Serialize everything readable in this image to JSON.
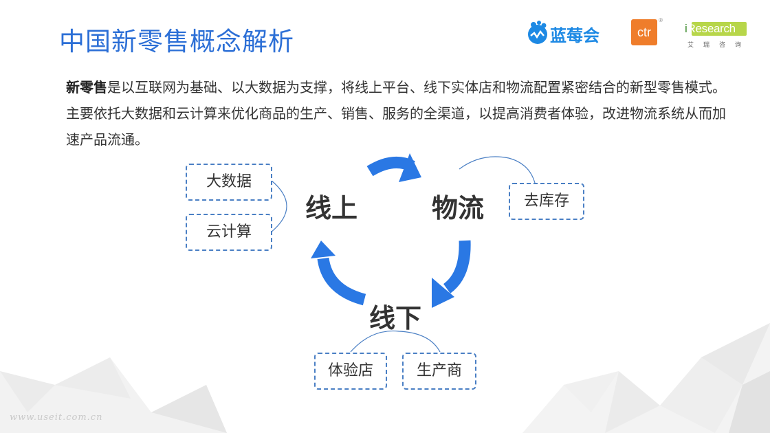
{
  "slide": {
    "title": "中国新零售概念解析",
    "intro_bold": "新零售",
    "intro_rest": "是以互联网为基础、以大数据为支撑，将线上平台、线下实体店和物流配置紧密结合的新型零售模式。主要依托大数据和云计算来优化商品的生产、销售、服务的全渠道，以提高消费者体验，改进物流系统从而加速产品流通。"
  },
  "logos": {
    "lanmeihui": "蓝莓会",
    "ctr": "ctr",
    "ctr_mark": "®",
    "iresearch": "Research",
    "iresearch_i": "i",
    "iresearch_sub": "艾瑞咨询"
  },
  "cycle": {
    "online": "线上",
    "logistics": "物流",
    "offline": "线下"
  },
  "boxes": {
    "big_data": "大数据",
    "cloud": "云计算",
    "destock": "去库存",
    "experience_store": "体验店",
    "producer": "生产商"
  },
  "colors": {
    "title": "#2c6fd6",
    "arrow": "#2a78e4",
    "dashed_border": "#4a7fc4"
  },
  "watermark": "www.useit.com.cn"
}
